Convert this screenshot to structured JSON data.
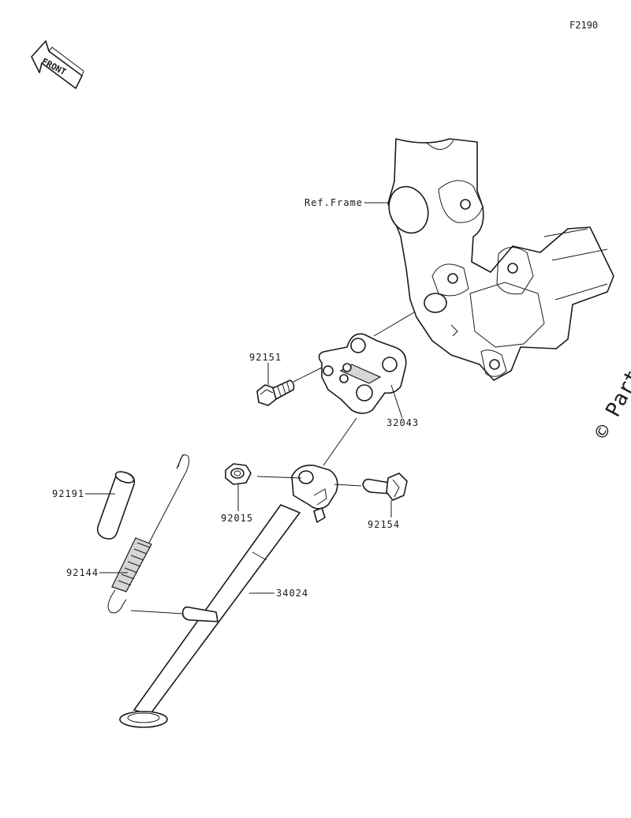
{
  "diagram_id": "F2190",
  "front_label": "FRONT",
  "ref_frame_label": "Ref.Frame",
  "watermark": "© Parts",
  "parts": [
    {
      "id": "p-92151",
      "number": "92151"
    },
    {
      "id": "p-32043",
      "number": "32043"
    },
    {
      "id": "p-92015",
      "number": "92015"
    },
    {
      "id": "p-92154",
      "number": "92154"
    },
    {
      "id": "p-92191",
      "number": "92191"
    },
    {
      "id": "p-92144",
      "number": "92144"
    },
    {
      "id": "p-34024",
      "number": "34024"
    }
  ],
  "colors": {
    "line": "#1a1a1a",
    "fill": "#ffffff",
    "shade": "#d6d6d6"
  }
}
